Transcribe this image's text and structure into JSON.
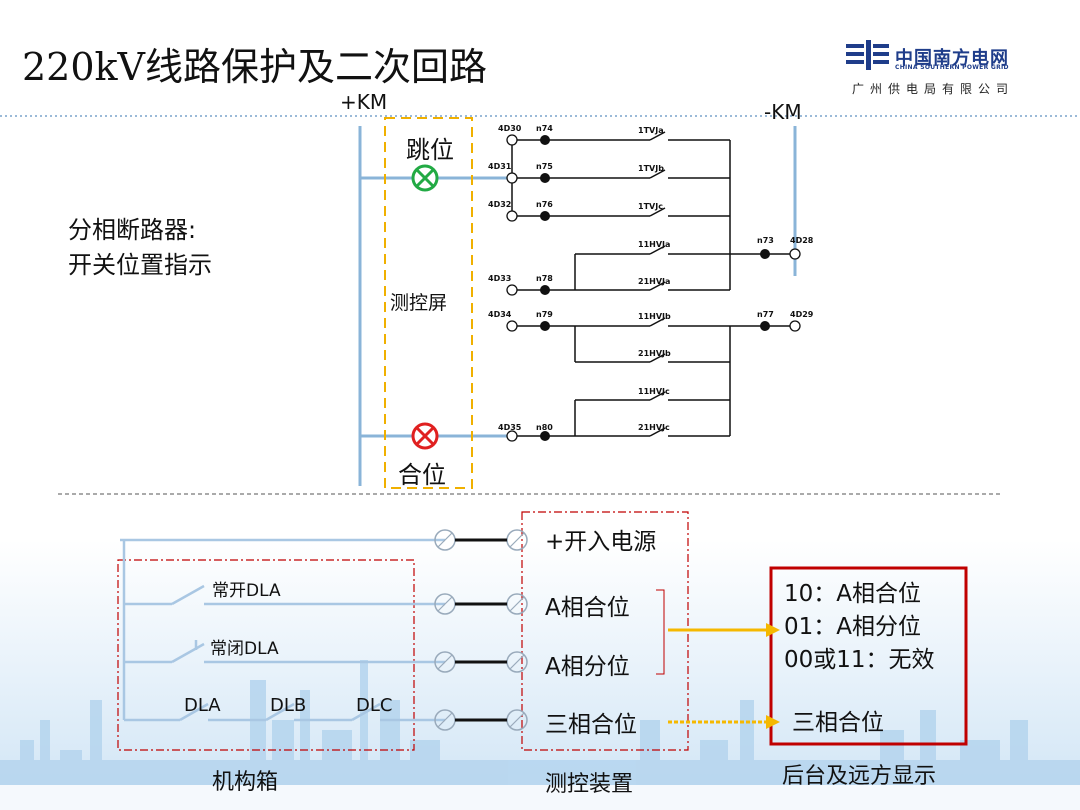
{
  "slide": {
    "title": "220kV线路保护及二次回路"
  },
  "logo": {
    "company_cn": "中国南方电网",
    "company_en": "CHINA SOUTHERN POWER GRID",
    "subsidiary": "广州供电局有限公司",
    "icon": "csg-logo-icon"
  },
  "top_diagram": {
    "bus_positive": "+KM",
    "bus_negative": "-KM",
    "side_note_line1": "分相断路器:",
    "side_note_line2": "开关位置指示",
    "trip_lamp_label": "跳位",
    "close_lamp_label": "合位",
    "panel_label": "测控屏",
    "terminals": [
      "4D30",
      "4D31",
      "4D32",
      "4D33",
      "4D34",
      "4D35",
      "4D28",
      "4D29"
    ],
    "nodes": [
      "n74",
      "n75",
      "n76",
      "n78",
      "n79",
      "n80",
      "n73",
      "n77"
    ],
    "contacts": [
      "1TVJa",
      "1TVJb",
      "1TVJc",
      "11HVJa",
      "21HVJa",
      "11HVJb",
      "21HVJb",
      "11HVJc",
      "21HVJc"
    ],
    "colors": {
      "trip_lamp": "#22aa44",
      "close_lamp": "#e02020",
      "panel_border": "#f0b000",
      "bus": "#8ab4d8"
    }
  },
  "bottom_diagram": {
    "mechanism_label": "机构箱",
    "device_label": "测控装置",
    "backend_label": "后台及远方显示",
    "switches": {
      "no_label": "常开DLA",
      "nc_label": "常闭DLA",
      "series": [
        "DLA",
        "DLB",
        "DLC"
      ]
    },
    "inputs": [
      "+开入电源",
      "A相合位",
      "A相分位",
      "三相合位"
    ],
    "codes": [
      "10：A相合位",
      "01：A相分位",
      "00或11：无效"
    ],
    "three_phase_output": "三相合位",
    "colors": {
      "arrow": "#f5b800",
      "backend_border": "#c00000",
      "dashed_box": "#c00000"
    }
  }
}
